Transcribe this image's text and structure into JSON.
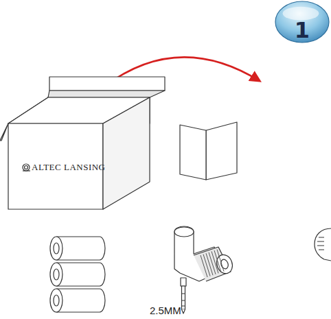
{
  "diagram": {
    "nodes": [
      {
        "text": [
          "1"
        ]
      }
    ],
    "labels": [
      "ALTEC LANSING",
      "2.5MM"
    ]
  }
}
